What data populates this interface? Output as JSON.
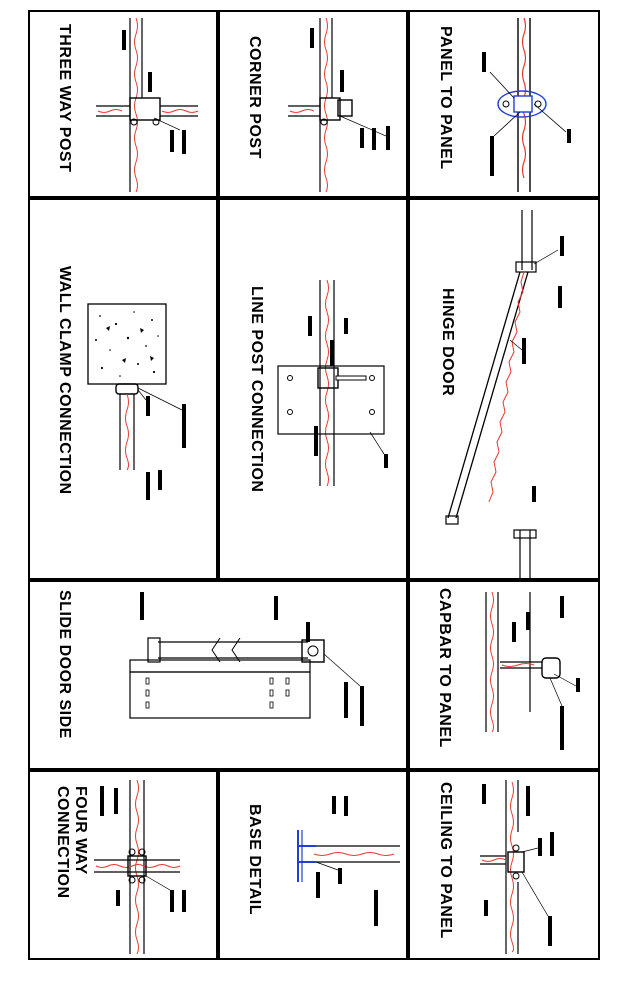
{
  "panels": {
    "panel_to_panel": {
      "title": "PANEL TO PANEL"
    },
    "corner_post": {
      "title": "CORNER POST"
    },
    "three_way_post": {
      "title": "THREE WAY POST"
    },
    "hinge_door": {
      "title": "HINGE DOOR"
    },
    "line_post_connection": {
      "title": "LINE POST CONNECTION"
    },
    "wall_clamp_connection": {
      "title": "WALL CLAMP CONNECTION"
    },
    "capbar_to_panel": {
      "title": "CAPBAR TO PANEL"
    },
    "slide_door_side": {
      "title": "SLIDE DOOR SIDE"
    },
    "ceiling_to_panel": {
      "title": "CEILING TO PANEL"
    },
    "base_detail": {
      "title": "BASE DETAIL"
    },
    "four_way_connection": {
      "title_line1": "FOUR WAY",
      "title_line2": "CONNECTION"
    }
  },
  "colors": {
    "line": "#000000",
    "mesh": "#e23b2e",
    "accent": "#1f3fd6"
  }
}
